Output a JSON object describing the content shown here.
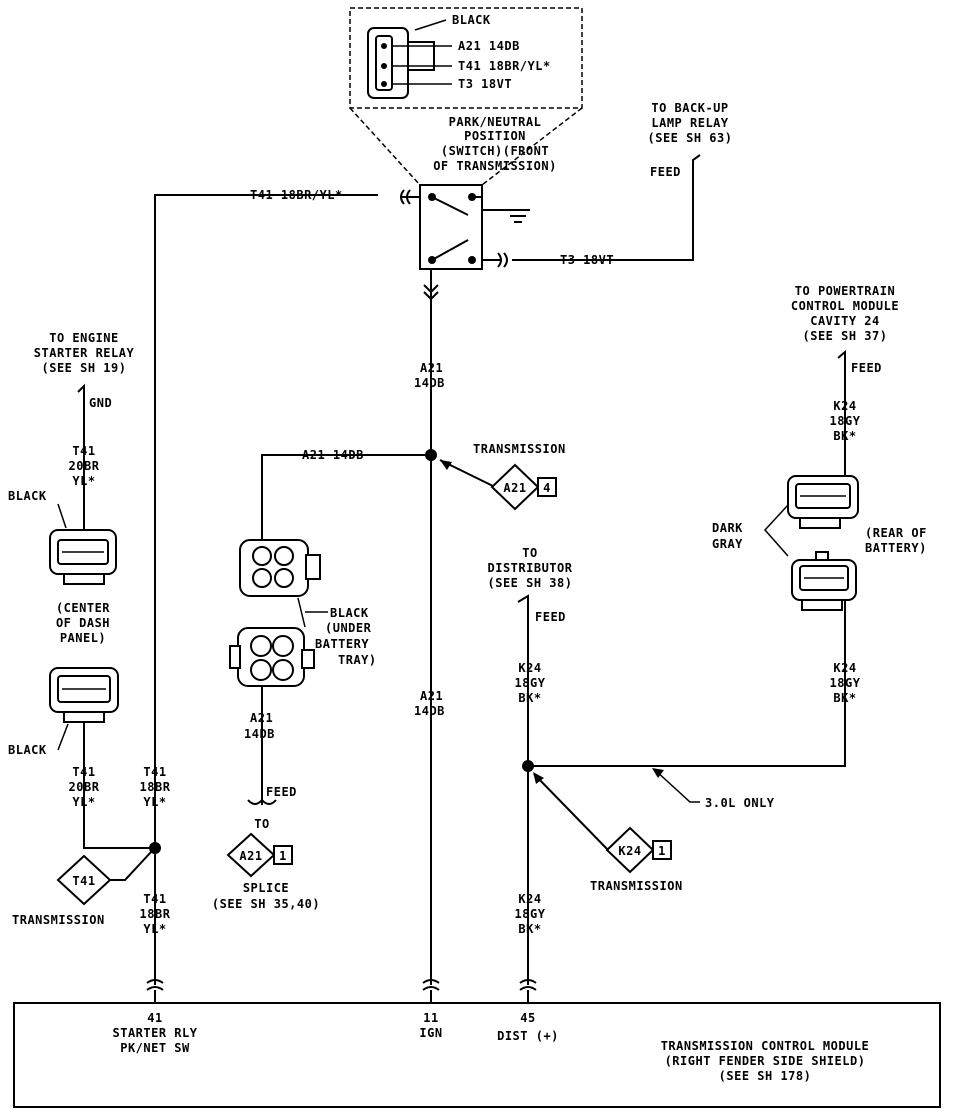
{
  "inset": {
    "black": "BLACK",
    "wires": [
      "A21 14DB",
      "T41 18BR/YL*",
      "T3 18VT"
    ]
  },
  "pn_switch": {
    "lines": [
      "PARK/NEUTRAL",
      "POSITION",
      "(SWITCH)(FRONT",
      "OF TRANSMISSION)"
    ]
  },
  "backup_lamp": {
    "lines": [
      "TO BACK-UP",
      "LAMP RELAY",
      "(SEE SH 63)"
    ],
    "feed": "FEED"
  },
  "wires": {
    "t41_top": "T41 18BR/YL*",
    "t3": "T3 18VT",
    "a21_top": [
      "A21",
      "14DB"
    ],
    "a21_branch": "A21 14DB",
    "a21_mid": [
      "A21",
      "14DB"
    ],
    "a21_left": [
      "A21",
      "14DB"
    ],
    "t41_left": [
      "T41",
      "20BR",
      "YL*"
    ],
    "t41_left_low": [
      "T41",
      "20BR",
      "YL*"
    ],
    "t41_mid": [
      "T41",
      "18BR",
      "YL*"
    ],
    "t41_bottom": [
      "T41",
      "18BR",
      "YL*"
    ],
    "k24_right_top": [
      "K24",
      "18GY",
      "BK*"
    ],
    "k24_right_low": [
      "K24",
      "18GY",
      "BK*"
    ],
    "k24_center": [
      "K24",
      "18GY",
      "BK*"
    ],
    "k24_bottom": [
      "K24",
      "18GY",
      "BK*"
    ]
  },
  "engine_starter": {
    "lines": [
      "TO ENGINE",
      "STARTER RELAY",
      "(SEE SH 19)"
    ],
    "gnd": "GND"
  },
  "pcm": {
    "lines": [
      "TO POWERTRAIN",
      "CONTROL MODULE",
      "CAVITY 24",
      "(SEE SH 37)"
    ],
    "feed": "FEED"
  },
  "distributor": {
    "lines": [
      "TO",
      "DISTRIBUTOR",
      "(SEE SH 38)"
    ],
    "feed": "FEED"
  },
  "connectors": {
    "black_left_top": "BLACK",
    "center_dash": [
      "(CENTER",
      "OF DASH",
      "PANEL)"
    ],
    "black_left_bottom": "BLACK",
    "black_under": [
      "BLACK",
      "(UNDER",
      "BATTERY",
      "TRAY)"
    ],
    "dark_gray": [
      "DARK",
      "GRAY"
    ],
    "rear_battery": [
      "(REAR OF",
      "BATTERY)"
    ]
  },
  "tags": {
    "a21_transmission": {
      "wire": "A21",
      "num": "4",
      "label": "TRANSMISSION"
    },
    "t41_transmission": {
      "wire": "T41",
      "label": "TRANSMISSION"
    },
    "k24_transmission": {
      "wire": "K24",
      "num": "1",
      "label": "TRANSMISSION"
    },
    "a21_splice": {
      "wire": "A21",
      "num": "1",
      "lines": [
        "SPLICE",
        "(SEE SH 35,40)"
      ]
    }
  },
  "splice": {
    "feed": "FEED",
    "to": "TO"
  },
  "only_3_0": "3.0L ONLY",
  "tcm": {
    "pins": [
      {
        "num": "41",
        "lines": [
          "STARTER RLY",
          "PK/NET SW"
        ]
      },
      {
        "num": "11",
        "lines": [
          "IGN"
        ]
      },
      {
        "num": "45",
        "lines": [
          "DIST (+)"
        ]
      }
    ],
    "lines": [
      "TRANSMISSION CONTROL MODULE",
      "(RIGHT FENDER SIDE SHIELD)",
      "(SEE SH 178)"
    ]
  }
}
